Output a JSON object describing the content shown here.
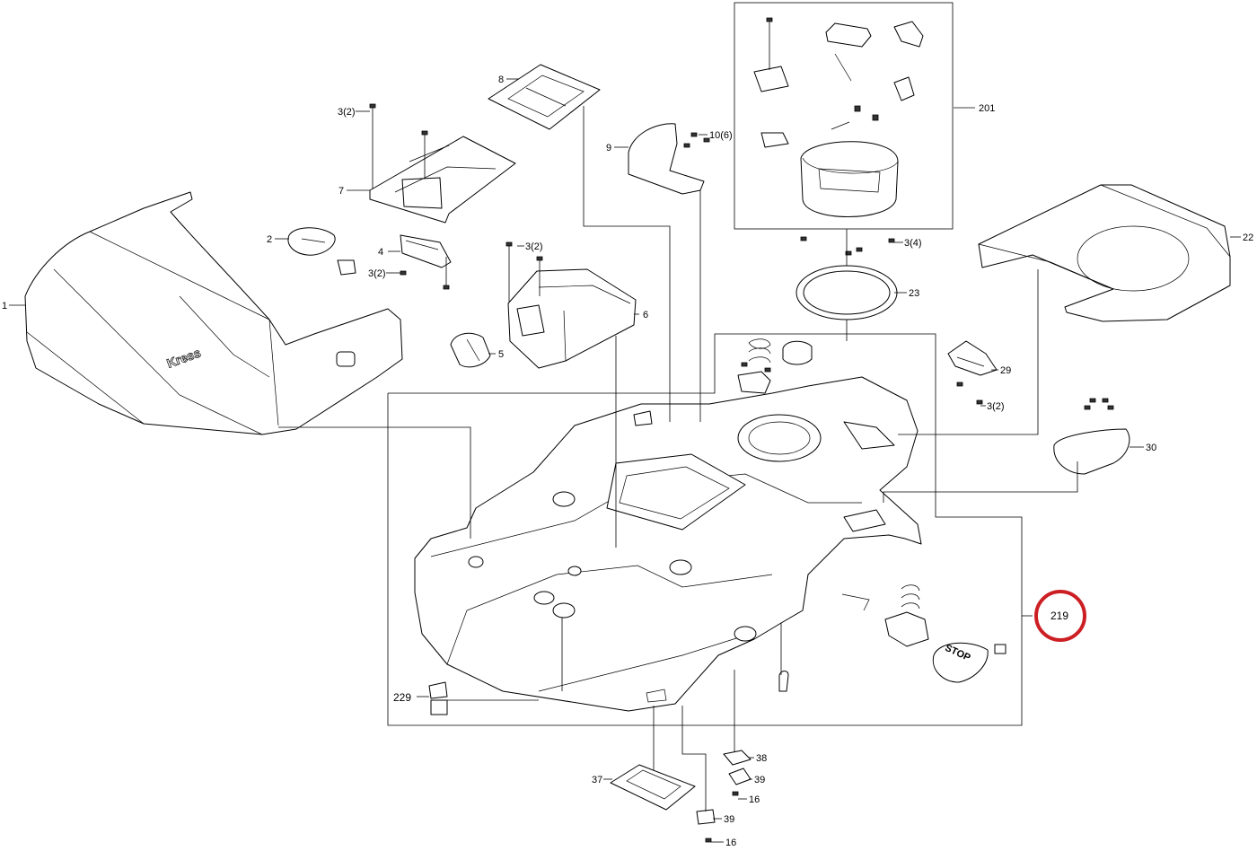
{
  "colors": {
    "line": "#000000",
    "background": "#ffffff",
    "highlight": "#cc1f24"
  },
  "brand_logo": "Kress",
  "highlighted_label": "219",
  "labels": [
    {
      "id": "1",
      "text": "1"
    },
    {
      "id": "2",
      "text": "2"
    },
    {
      "id": "3a",
      "text": "3(2)"
    },
    {
      "id": "3b",
      "text": "3(2)"
    },
    {
      "id": "3c",
      "text": "3(2)"
    },
    {
      "id": "3d",
      "text": "3(4)"
    },
    {
      "id": "3e",
      "text": "3(2)"
    },
    {
      "id": "4",
      "text": "4"
    },
    {
      "id": "5",
      "text": "5"
    },
    {
      "id": "6",
      "text": "6"
    },
    {
      "id": "7",
      "text": "7"
    },
    {
      "id": "8",
      "text": "8"
    },
    {
      "id": "9",
      "text": "9"
    },
    {
      "id": "10",
      "text": "10(6)"
    },
    {
      "id": "16a",
      "text": "16"
    },
    {
      "id": "16b",
      "text": "16"
    },
    {
      "id": "22",
      "text": "22"
    },
    {
      "id": "23",
      "text": "23"
    },
    {
      "id": "29",
      "text": "29"
    },
    {
      "id": "30",
      "text": "30"
    },
    {
      "id": "37",
      "text": "37"
    },
    {
      "id": "38",
      "text": "38"
    },
    {
      "id": "39a",
      "text": "39"
    },
    {
      "id": "39b",
      "text": "39"
    },
    {
      "id": "201",
      "text": "201"
    },
    {
      "id": "219",
      "text": "219"
    },
    {
      "id": "229",
      "text": "229"
    }
  ]
}
